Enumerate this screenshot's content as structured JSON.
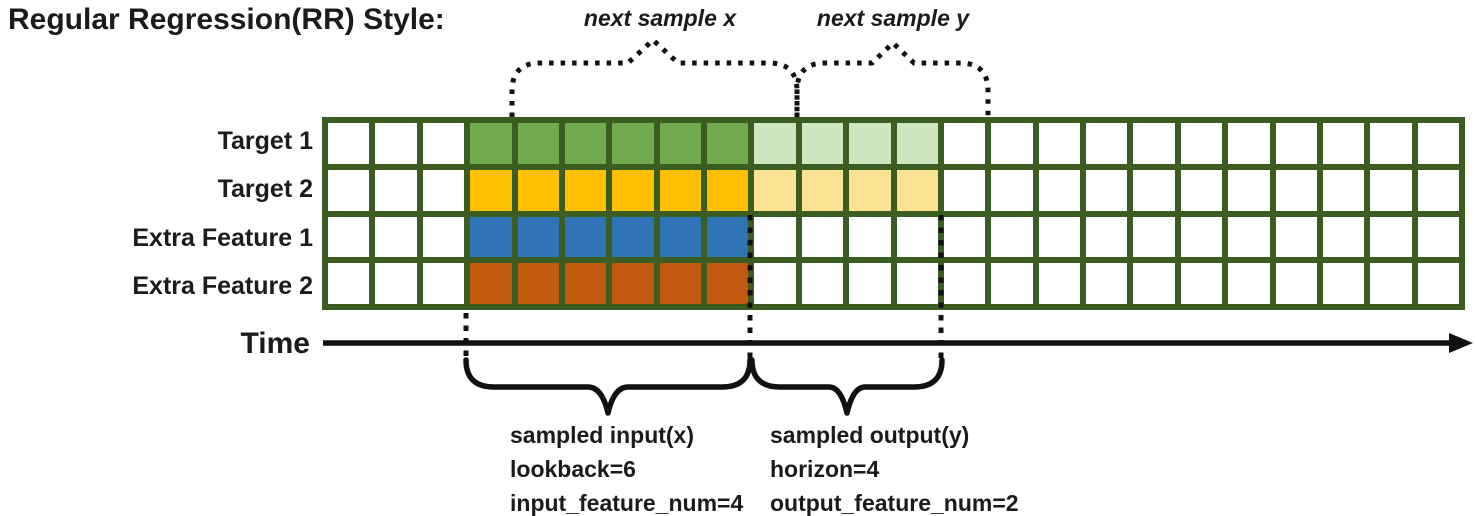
{
  "title": "Regular Regression(RR) Style:",
  "top_annotations": {
    "next_sample_x": "next sample x",
    "next_sample_y": "next sample y"
  },
  "time_axis": {
    "label": "Time"
  },
  "grid": {
    "columns": 24,
    "border_color": "#3C5D22",
    "rows": [
      {
        "label": "Target 1",
        "segments": [
          {
            "start": 3,
            "count": 6,
            "color": "#6FAB4C"
          },
          {
            "start": 9,
            "count": 4,
            "color": "#CEE5BF"
          }
        ]
      },
      {
        "label": "Target 2",
        "segments": [
          {
            "start": 3,
            "count": 6,
            "color": "#FFC000"
          },
          {
            "start": 9,
            "count": 4,
            "color": "#FCE391"
          }
        ]
      },
      {
        "label": "Extra Feature 1",
        "segments": [
          {
            "start": 3,
            "count": 6,
            "color": "#2F75B5"
          }
        ]
      },
      {
        "label": "Extra Feature 2",
        "segments": [
          {
            "start": 3,
            "count": 6,
            "color": "#C2590F"
          }
        ]
      }
    ]
  },
  "bottom_annotations": {
    "input_lines": [
      "sampled input(x)",
      "lookback=6",
      "input_feature_num=4"
    ],
    "output_lines": [
      "sampled output(y)",
      "horizon=4",
      "output_feature_num=2"
    ]
  }
}
